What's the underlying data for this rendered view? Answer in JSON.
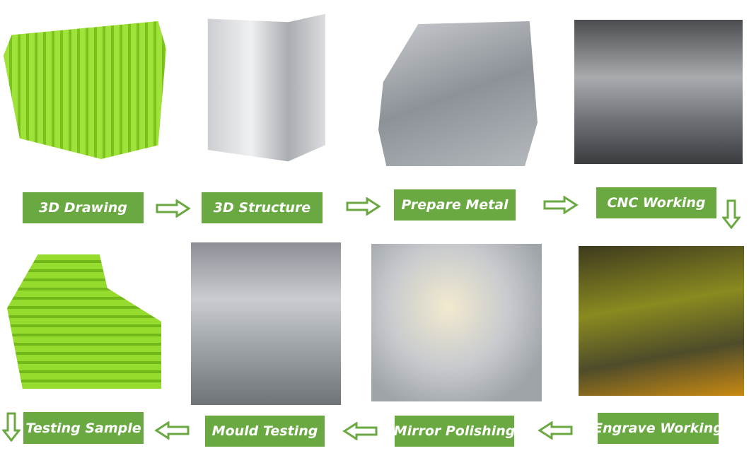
{
  "colors": {
    "label_bg": "#6aa942",
    "label_text": "#ffffff",
    "arrow": "#6aa942"
  },
  "steps": [
    {
      "label": "3D Drawing"
    },
    {
      "label": "3D Structure"
    },
    {
      "label": "Prepare Metal"
    },
    {
      "label": "CNC Working"
    },
    {
      "label": "Engrave Working"
    },
    {
      "label": "Mirror Polishing"
    },
    {
      "label": "Mould Testing"
    },
    {
      "label": "Testing Sample"
    }
  ]
}
